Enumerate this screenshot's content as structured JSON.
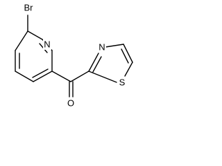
{
  "molecule": {
    "atoms": {
      "bromine": "Br",
      "pyridine_nitrogen": "N",
      "thiazole_nitrogen": "N",
      "thiazole_sulfur": "S",
      "carbonyl_oxygen": "O"
    }
  },
  "colors": {
    "bond": "#000000",
    "label": "#000000",
    "background": "#ffffff"
  }
}
